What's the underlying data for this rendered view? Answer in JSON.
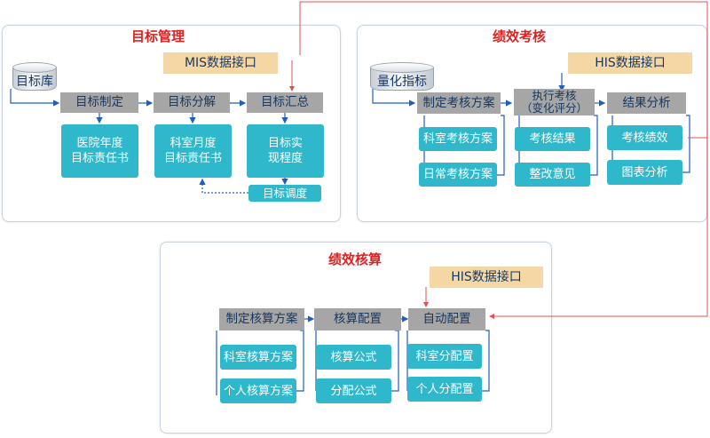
{
  "colors": {
    "title": "#e02020",
    "step": "#a6a6a6",
    "result": "#2fb8cc",
    "interface": "#f5d7a5",
    "connector": "#1f5fbf",
    "link": "#e05050"
  },
  "target": {
    "title": "目标管理",
    "interface": "MIS数据接口",
    "source": "目标库",
    "steps": [
      "目标制定",
      "目标分解",
      "目标汇总"
    ],
    "results": [
      "医院年度\n目标责任书",
      "科室月度\n目标责任书",
      "目标实\n现程度"
    ],
    "adjust": "目标调度"
  },
  "assessment": {
    "title": "绩效考核",
    "interface": "HIS数据接口",
    "source": "量化指标",
    "steps": [
      "制定考核方案",
      "执行考核\n（变化评分）",
      "结果分析"
    ],
    "results": [
      "科室考核方案",
      "日常考核方案",
      "考核结果",
      "整改意见",
      "考核绩效",
      "图表分析"
    ]
  },
  "accounting": {
    "title": "绩效核算",
    "interface": "HIS数据接口",
    "steps": [
      "制定核算方案",
      "核算配置",
      "自动配置"
    ],
    "results": [
      "科室核算方案",
      "个人核算方案",
      "核算公式",
      "分配公式",
      "科室分配置",
      "个人分配置"
    ]
  }
}
